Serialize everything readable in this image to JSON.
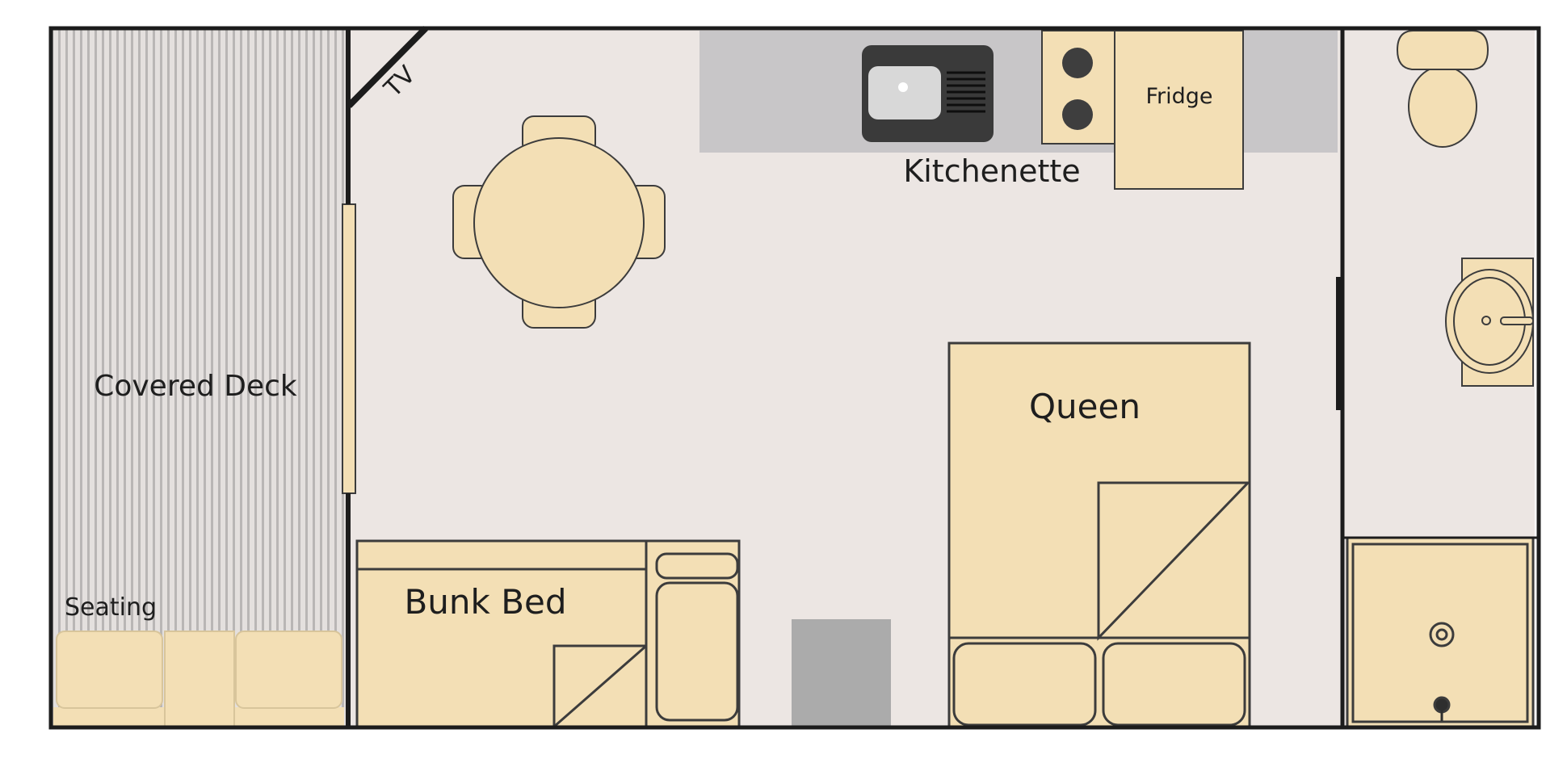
{
  "labels": {
    "covered_deck": "Covered Deck",
    "seating": "Seating",
    "tv": "TV",
    "kitchenette": "Kitchenette",
    "fridge": "Fridge",
    "queen": "Queen",
    "bunk_bed": "Bunk Bed"
  },
  "colors": {
    "wall": "#1c1c1c",
    "floor": "#ece6e3",
    "furniture": "#f3dfb5",
    "furniture_outline": "#3c3c3c",
    "counter": "#c8c6c8",
    "deck_stripe_dark": "#b9b6b5",
    "deck_stripe_light": "#e4e0de",
    "sink_basin": "#3a3a3a",
    "grey_box": "#ababab"
  }
}
